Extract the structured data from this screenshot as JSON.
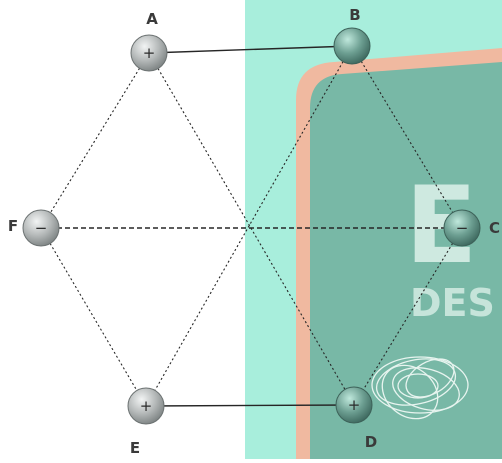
{
  "nodes": [
    {
      "id": "A",
      "label": "A",
      "charge": "+"
    },
    {
      "id": "B",
      "label": "B",
      "charge": ""
    },
    {
      "id": "C",
      "label": "C",
      "charge": "−"
    },
    {
      "id": "D",
      "label": "D",
      "charge": "+"
    },
    {
      "id": "E",
      "label": "E",
      "charge": "+"
    },
    {
      "id": "F",
      "label": "F",
      "charge": "−"
    }
  ],
  "edges": [
    {
      "from": "A",
      "to": "B",
      "style": "solid"
    },
    {
      "from": "E",
      "to": "D",
      "style": "solid"
    },
    {
      "from": "F",
      "to": "C",
      "style": "dashed"
    },
    {
      "from": "A",
      "to": "F",
      "style": "dotted"
    },
    {
      "from": "F",
      "to": "E",
      "style": "dotted"
    },
    {
      "from": "B",
      "to": "C",
      "style": "dotted"
    },
    {
      "from": "C",
      "to": "D",
      "style": "dotted"
    },
    {
      "from": "A",
      "to": "D",
      "style": "dotted"
    },
    {
      "from": "B",
      "to": "E",
      "style": "dotted"
    }
  ],
  "background": {
    "panel_text_1": "E",
    "panel_text_2": "DES",
    "colors": {
      "teal": "#a6eedb",
      "card": "#6fb9a4",
      "border": "#efb9a0",
      "node": "#b9bdbd"
    }
  }
}
